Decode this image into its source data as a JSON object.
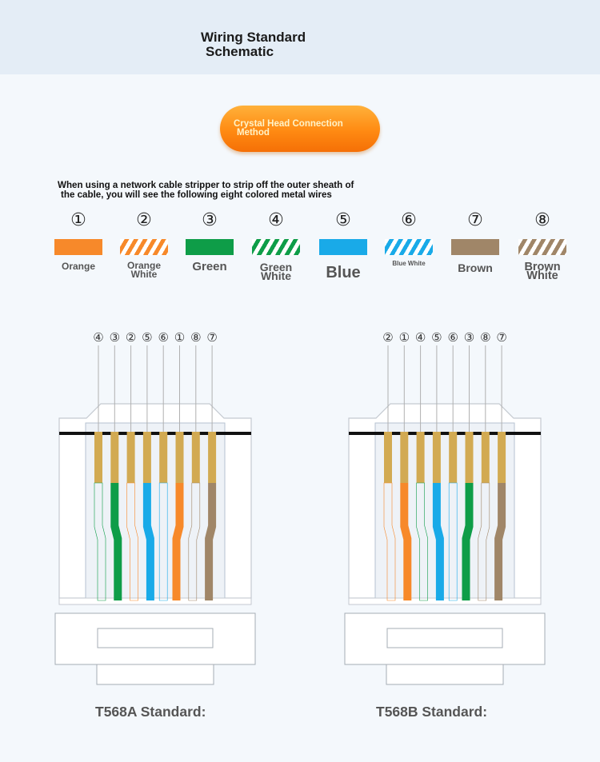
{
  "title": {
    "line1": "Wiring Standard",
    "line2": "Schematic"
  },
  "method_label": {
    "line1": "Crystal Head Connection",
    "line2": "Method"
  },
  "intro": {
    "line1": "When using a network cable stripper to strip off the outer sheath of",
    "line2": "the cable, you will see the following eight colored metal wires"
  },
  "wires": [
    {
      "num": "①",
      "name1": "Orange",
      "name2": "",
      "swatch": "orange"
    },
    {
      "num": "②",
      "name1": "Orange",
      "name2": "White",
      "swatch": "ow"
    },
    {
      "num": "③",
      "name1": "Green",
      "name2": "",
      "swatch": "green"
    },
    {
      "num": "④",
      "name1": "Green",
      "name2": "White",
      "swatch": "gw"
    },
    {
      "num": "⑤",
      "name1": "Blue",
      "name2": "",
      "swatch": "blue"
    },
    {
      "num": "⑥",
      "name1": "Blue White",
      "name2": "",
      "swatch": "bw"
    },
    {
      "num": "⑦",
      "name1": "Brown",
      "name2": "",
      "swatch": "brown"
    },
    {
      "num": "⑧",
      "name1": "Brown",
      "name2": "White",
      "swatch": "brw"
    }
  ],
  "colors": {
    "orange": "#f7892a",
    "green": "#0e9d48",
    "blue": "#19aae8",
    "brown": "#a08668",
    "gold": "#d2aa52",
    "pill": "#ff8a12"
  },
  "standards": [
    {
      "label": "T568A Standard:",
      "order": [
        "④",
        "③",
        "②",
        "⑤",
        "⑥",
        "①",
        "⑧",
        "⑦"
      ]
    },
    {
      "label": "T568B Standard:",
      "order": [
        "②",
        "①",
        "④",
        "⑤",
        "⑥",
        "③",
        "⑧",
        "⑦"
      ]
    }
  ]
}
